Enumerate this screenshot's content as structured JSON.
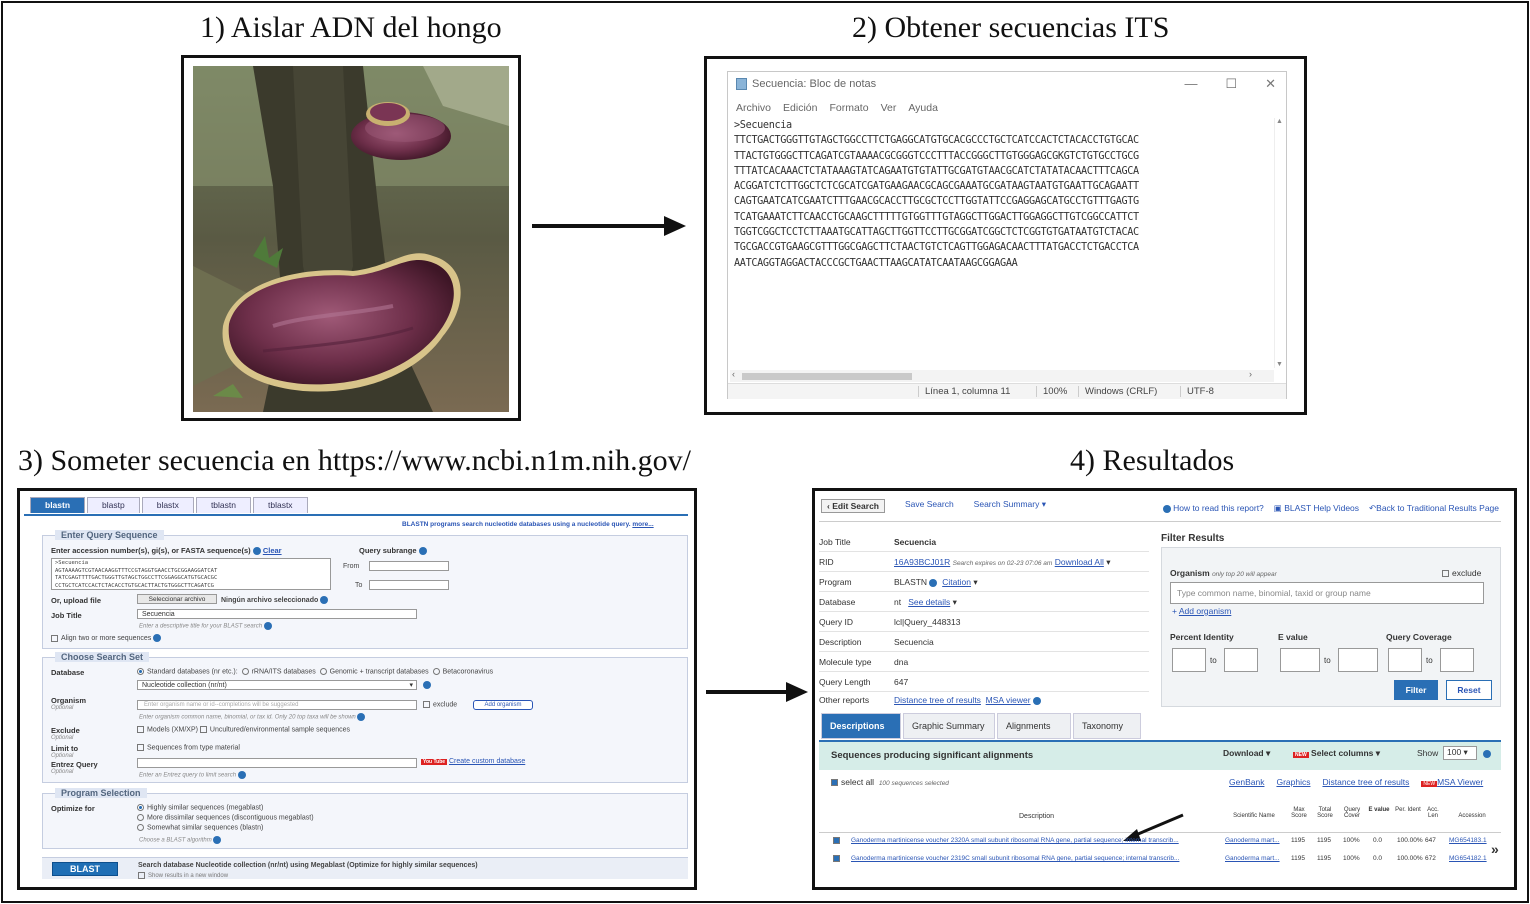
{
  "steps": [
    {
      "title": "1) Aislar ADN del hongo"
    },
    {
      "title": "2) Obtener secuencias ITS"
    },
    {
      "title": "3) Someter secuencia en https://www.ncbi.n1m.nih.gov/"
    },
    {
      "title": "4) Resultados"
    }
  ],
  "notepad": {
    "title": "Secuencia: Bloc de notas",
    "menu": [
      "Archivo",
      "Edición",
      "Formato",
      "Ver",
      "Ayuda"
    ],
    "lines": [
      ">Secuencia",
      "TTCTGACTGGGTTGTAGCTGGCCTTCTGAGGCATGTGCACGCCCTGCTCATCCACTCTACACCTGTGCAC",
      "TTACTGTGGGCTTCAGATCGTAAAACGCGGGTCCCTTTACCGGGCTTGTGGGAGCGKGTCTGTGCCTGCG",
      "TTTATCACAAACTCTATAAAGTATCAGAATGTGTATTGCGATGTAACGCATCTATATACAACTTTCAGCA",
      "ACGGATCTCTTGGCTCTCGCATCGATGAAGAACGCAGCGAAATGCGATAAGTAATGTGAATTGCAGAATT",
      "CAGTGAATCATCGAATCTTTGAACGCACCTTGCGCTCCTTGGTATTCCGAGGAGCATGCCTGTTTGAGTG",
      "TCATGAAATCTTCAACCTGCAAGCTTTTTGTGGTTTGTAGGCTTGGACTTGGAGGCTTGTCGGCCATTCT",
      "TGGTCGGCTCCTCTTAAATGCATTAGCTTGGTTCCTTGCGGATCGGCTCTCGGTGTGATAATGTCTACAC",
      "TGCGACCGTGAAGCGTTTGGCGAGCTTCTAACTGTCTCAGTTGGAGACAACTTTATGACCTCTGACCTCA",
      "AATCAGGTAGGACTACCCGCTGAACTTAAGCATATCAATAAGCGGAGAA"
    ],
    "status": [
      "Línea 1, columna 11",
      "100%",
      "Windows (CRLF)",
      "UTF-8"
    ]
  },
  "blast": {
    "tabs": [
      "blastn",
      "blastp",
      "blastx",
      "tblastn",
      "tblastx"
    ],
    "banner": "BLASTN programs search nucleotide databases using a nucleotide query.",
    "banner_link": "more...",
    "enter_query": "Enter Query Sequence",
    "accession_label": "Enter accession number(s), gi(s), or FASTA sequence(s)",
    "clear": "Clear",
    "query_subrange": "Query subrange",
    "from": "From",
    "to": "To",
    "seq_preview": [
      ">Secuencia",
      "AGTAAAAGTCGTAACAAGGTTTCCGTAGGTGAACCTGCGGAAGGATCAT",
      "TATCGAGTTTTGACTGGGTTGTAGCTGGCCTTCGGAGGCATGTGCACGC",
      "CCTGCTCATCCACTCTACACCTGTGCACTTACTGTGGGCTTCAGATCG"
    ],
    "upload_label": "Or, upload file",
    "upload_btn": "Seleccionar archivo",
    "upload_none": "Ningún archivo seleccionado",
    "job_title_label": "Job Title",
    "job_title_value": "Secuencia",
    "job_title_hint": "Enter a descriptive title for your BLAST search",
    "align_two": "Align two or more sequences",
    "choose_set": "Choose Search Set",
    "database_label": "Database",
    "db_options": [
      "Standard databases (nr etc.):",
      "rRNA/ITS databases",
      "Genomic + transcript databases",
      "Betacoronavirus"
    ],
    "db_select": "Nucleotide collection (nr/nt)",
    "organism_label": "Organism",
    "optional": "Optional",
    "organism_placeholder": "Enter organism name or id--completions will be suggested",
    "exclude": "exclude",
    "add_organism": "Add organism",
    "organism_hint": "Enter organism common name, binomial, or tax id. Only 20 top taxa will be shown",
    "exclude_label": "Exclude",
    "models": "Models (XM/XP)",
    "uncultured": "Uncultured/environmental sample sequences",
    "limit_label": "Limit to",
    "type_material": "Sequences from type material",
    "entrez_label": "Entrez Query",
    "new_badge": "You Tube",
    "create_db": "Create custom database",
    "entrez_hint": "Enter an Entrez query to limit search",
    "program_sel": "Program Selection",
    "optimize_label": "Optimize for",
    "opt1": "Highly similar sequences (megablast)",
    "opt2": "More dissimilar sequences (discontiguous megablast)",
    "opt3": "Somewhat similar sequences (blastn)",
    "choose_algo": "Choose a BLAST algorithm",
    "blast_btn": "BLAST",
    "search_summary": "Search database Nucleotide collection (nr/nt) using Megablast (Optimize for highly similar sequences)",
    "show_new": "Show results in a new window"
  },
  "results": {
    "edit_search": "Edit Search",
    "save_search": "Save Search",
    "search_summary": "Search Summary",
    "how_to": "How to read this report?",
    "help_videos": "BLAST Help Videos",
    "back": "Back to Traditional Results Page",
    "fields": [
      {
        "k": "Job Title",
        "v": "Secuencia"
      },
      {
        "k": "RID",
        "v": "16A93BCJ01R"
      },
      {
        "k": "Program",
        "v": "BLASTN"
      },
      {
        "k": "Database",
        "v": "nt"
      },
      {
        "k": "Query ID",
        "v": "lcl|Query_448313"
      },
      {
        "k": "Description",
        "v": "Secuencia"
      },
      {
        "k": "Molecule type",
        "v": "dna"
      },
      {
        "k": "Query Length",
        "v": "647"
      },
      {
        "k": "Other reports",
        "v": "Distance tree of results"
      }
    ],
    "rid_expires": "Search expires on 02-23 07:06 am",
    "download_all": "Download All",
    "citation": "Citation",
    "see_details": "See details",
    "msa_viewer": "MSA viewer",
    "filter_title": "Filter Results",
    "organism": "Organism",
    "only_top": "only top 20 will appear",
    "exclude": "exclude",
    "organism_placeholder": "Type common name, binomial, taxid or group name",
    "add_organism": "Add organism",
    "percent_identity": "Percent Identity",
    "evalue": "E value",
    "query_coverage": "Query Coverage",
    "to": "to",
    "filter_btn": "Filter",
    "reset_btn": "Reset",
    "tabs": [
      "Descriptions",
      "Graphic Summary",
      "Alignments",
      "Taxonomy"
    ],
    "ribbon_title": "Sequences producing significant alignments",
    "download": "Download",
    "select_columns": "Select columns",
    "show": "Show",
    "show_n": "100",
    "select_all": "select all",
    "selected": "100 sequences selected",
    "links": [
      "GenBank",
      "Graphics",
      "Distance tree of results"
    ],
    "msa": "MSA Viewer",
    "col_description": "Description",
    "cols": [
      "Scientific Name",
      "Max Score",
      "Total Score",
      "Query Cover",
      "E value",
      "Per. Ident",
      "Acc. Len",
      "Accession"
    ],
    "rows": [
      {
        "desc": "Ganoderma martinicense voucher 2320A small subunit ribosomal RNA gene, partial sequence; internal transcrib...",
        "sci": "Ganoderma mart...",
        "max": "1195",
        "total": "1195",
        "cover": "100%",
        "e": "0.0",
        "ident": "100.00%",
        "len": "647",
        "acc": "MG654183.1"
      },
      {
        "desc": "Ganoderma martinicense voucher 2319C small subunit ribosomal RNA gene, partial sequence; internal transcrib...",
        "sci": "Ganoderma mart...",
        "max": "1195",
        "total": "1195",
        "cover": "100%",
        "e": "0.0",
        "ident": "100.00%",
        "len": "672",
        "acc": "MG654182.1"
      }
    ],
    "more": "»"
  }
}
